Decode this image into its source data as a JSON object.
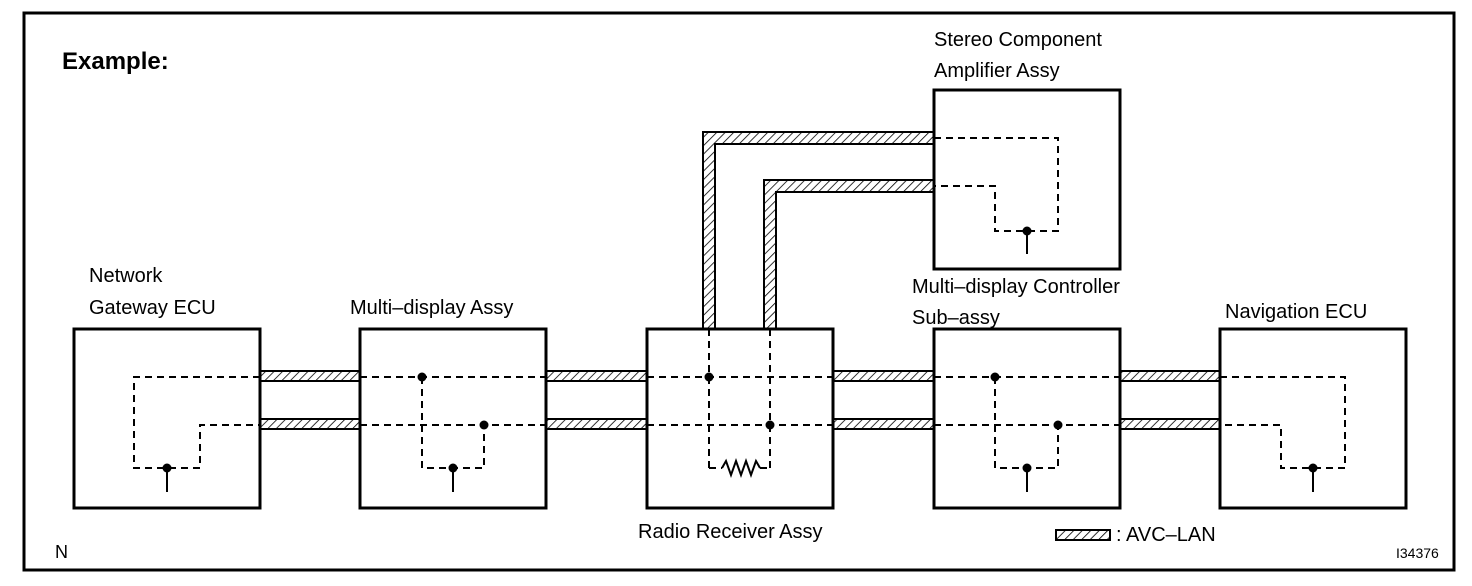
{
  "heading": "Example:",
  "components": {
    "network_gateway": [
      "Network",
      "Gateway ECU"
    ],
    "multi_display": [
      "Multi–display Assy"
    ],
    "radio_receiver": [
      "Radio Receiver Assy"
    ],
    "stereo_amplifier": [
      "Stereo Component",
      "Amplifier Assy"
    ],
    "multi_display_controller": [
      "Multi–display Controller",
      "Sub–assy"
    ],
    "navigation": [
      "Navigation ECU"
    ]
  },
  "legend": {
    "label": ": AVC–LAN"
  },
  "corner_left": "N",
  "figure_code": "I34376"
}
